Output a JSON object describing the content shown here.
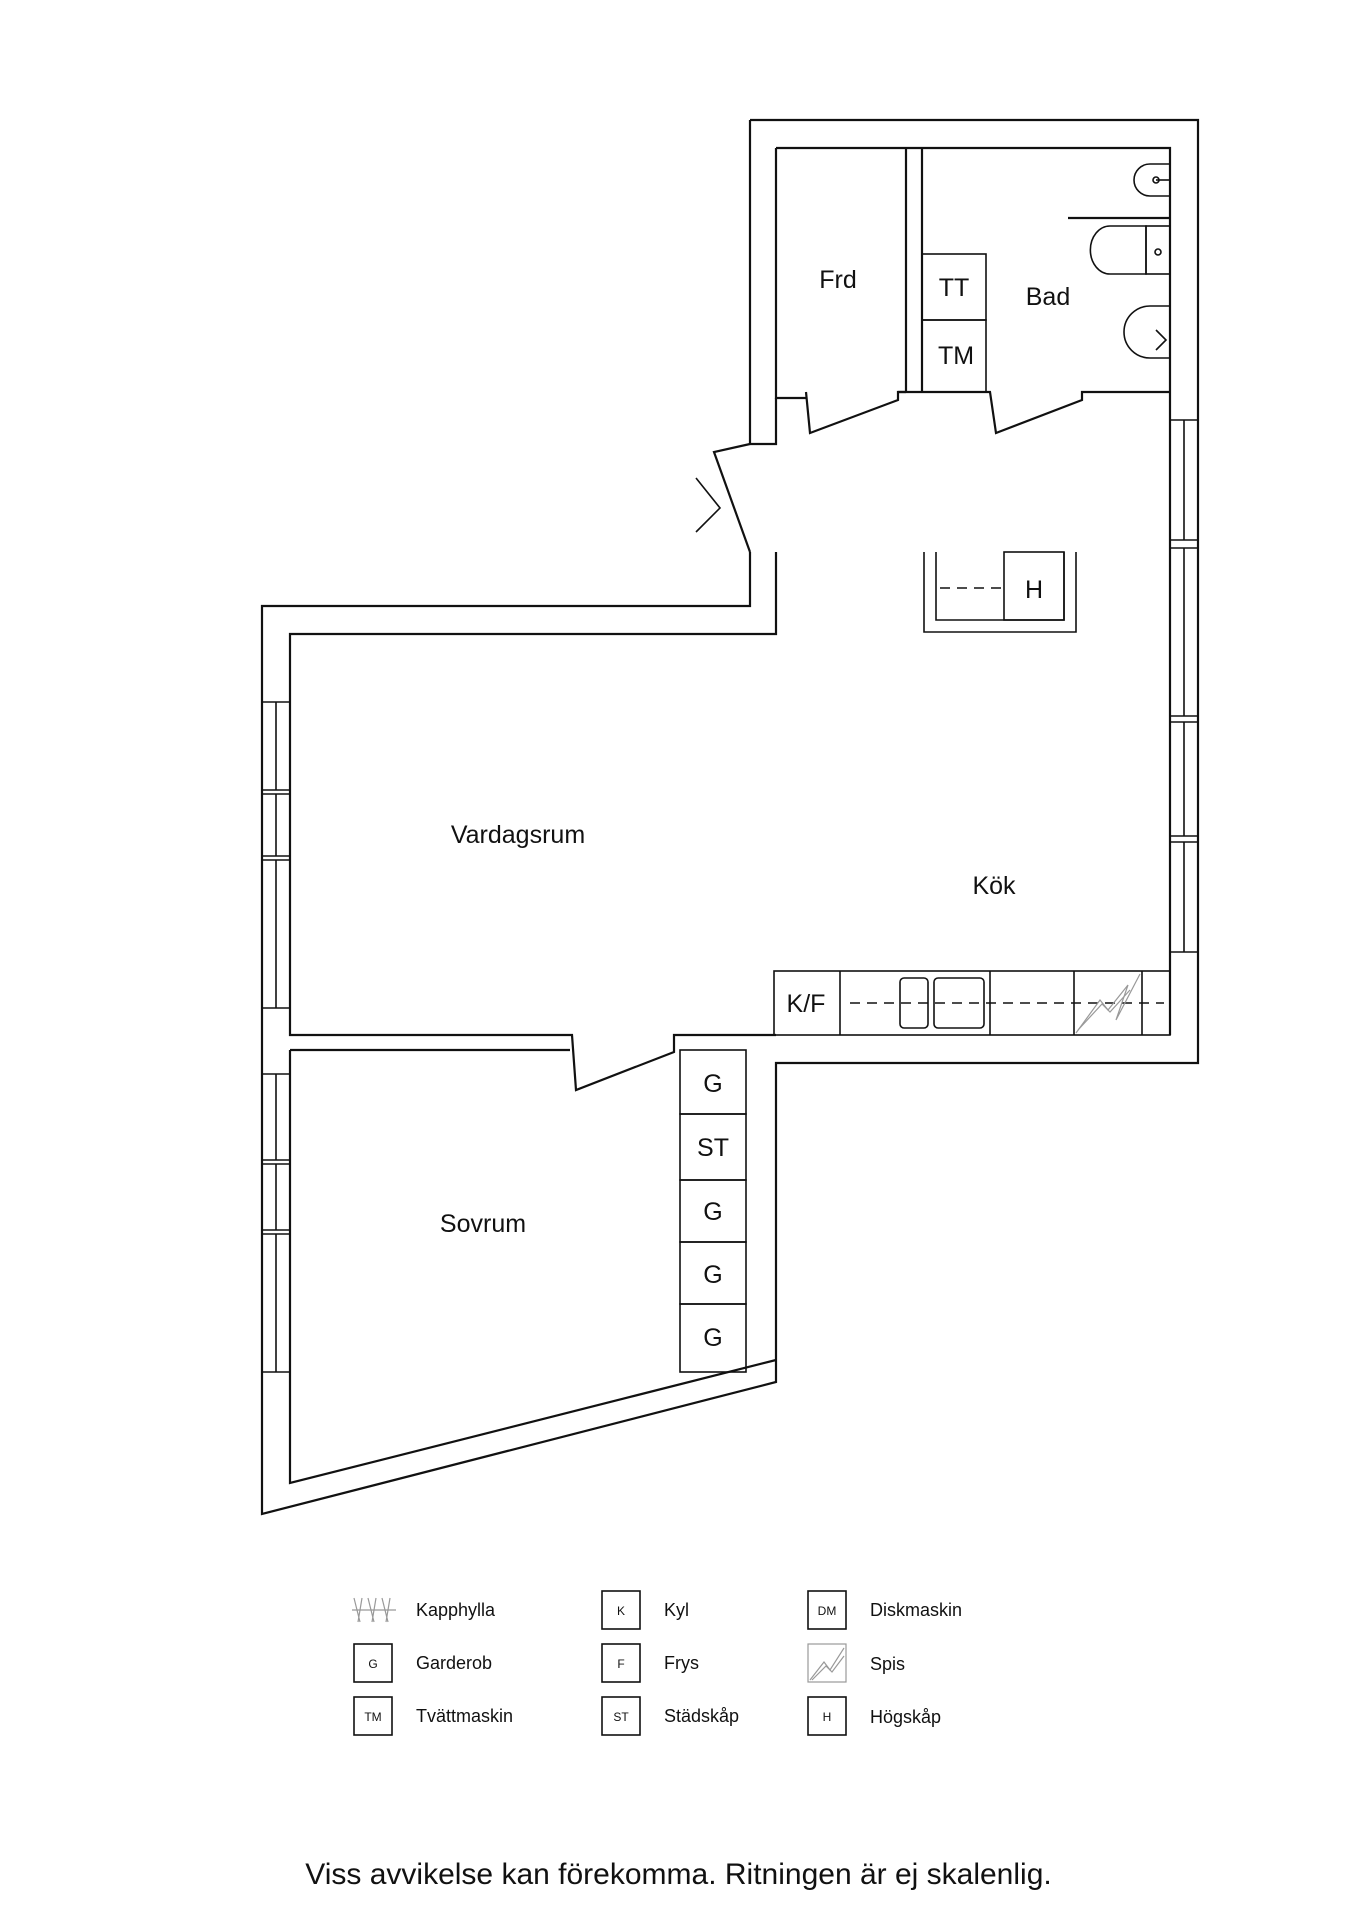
{
  "rooms": {
    "frd": "Frd",
    "bad": "Bad",
    "vardagsrum": "Vardagsrum",
    "kok": "Kök",
    "sovrum": "Sovrum"
  },
  "fixtures": {
    "tt": "TT",
    "tm": "TM",
    "h": "H",
    "kf": "K/F",
    "wardrobe_1": "G",
    "st": "ST",
    "wardrobe_2": "G",
    "wardrobe_3": "G",
    "wardrobe_4": "G"
  },
  "legend": [
    {
      "icon": "coat-rack-icon",
      "code": "",
      "label": "Kapphylla"
    },
    {
      "icon": "box-icon",
      "code": "G",
      "label": "Garderob"
    },
    {
      "icon": "box-icon",
      "code": "TM",
      "label": "Tvättmaskin"
    },
    {
      "icon": "box-icon",
      "code": "K",
      "label": "Kyl"
    },
    {
      "icon": "box-icon",
      "code": "F",
      "label": "Frys"
    },
    {
      "icon": "box-icon",
      "code": "ST",
      "label": "Städskåp"
    },
    {
      "icon": "box-icon",
      "code": "DM",
      "label": "Diskmaskin"
    },
    {
      "icon": "stove-icon",
      "code": "",
      "label": "Spis"
    },
    {
      "icon": "box-icon",
      "code": "H",
      "label": "Högskåp"
    }
  ],
  "footer": "Viss avvikelse kan förekomma. Ritningen är ej skalenlig."
}
